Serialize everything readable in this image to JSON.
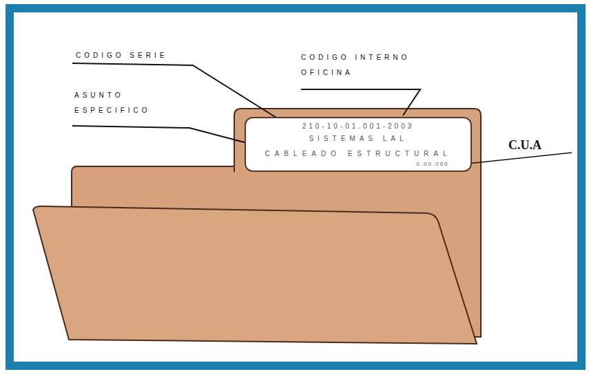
{
  "diagram": {
    "nodes": [
      {
        "text": [
          "210-10-01.001-2003",
          "SISTEMAS LAL",
          "CABLEADO ESTRUCTURAL",
          "0.00.000"
        ]
      }
    ],
    "labels": [
      "CODIGO SERIE",
      "ASUNTO ESPECIFICO",
      "CODIGO INTERNO OFICINA",
      "C.U.A"
    ]
  }
}
